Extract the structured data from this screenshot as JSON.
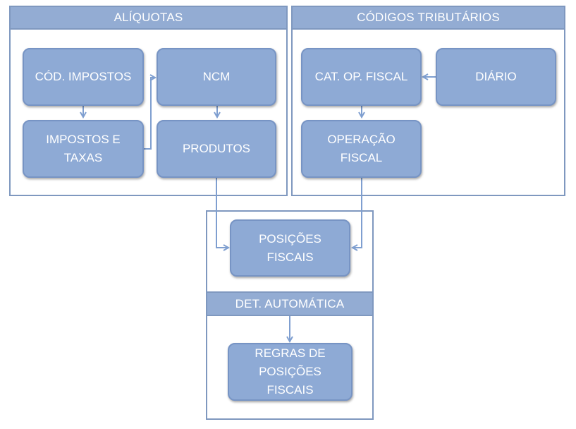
{
  "groups": {
    "aliquotas": "ALÍQUOTAS",
    "codigos": "CÓDIGOS TRIBUTÁRIOS",
    "det_automatica": "DET. AUTOMÁTICA"
  },
  "nodes": {
    "cod_impostos": "CÓD. IMPOSTOS",
    "ncm": "NCM",
    "impostos_taxas": "IMPOSTOS E TAXAS",
    "produtos": "PRODUTOS",
    "cat_op_fiscal": "CAT. OP. FISCAL",
    "diario": "DIÁRIO",
    "operacao_fiscal": "OPERAÇÃO FISCAL",
    "posicoes_fiscais": "POSIÇÕES FISCAIS",
    "regras": "REGRAS DE POSIÇÕES FISCAIS"
  },
  "colors": {
    "node_fill": "#8eaad5",
    "node_border": "#7794c4",
    "header_fill": "#93acd3",
    "frame": "#7f98bf",
    "connector": "#7f9fd0"
  }
}
